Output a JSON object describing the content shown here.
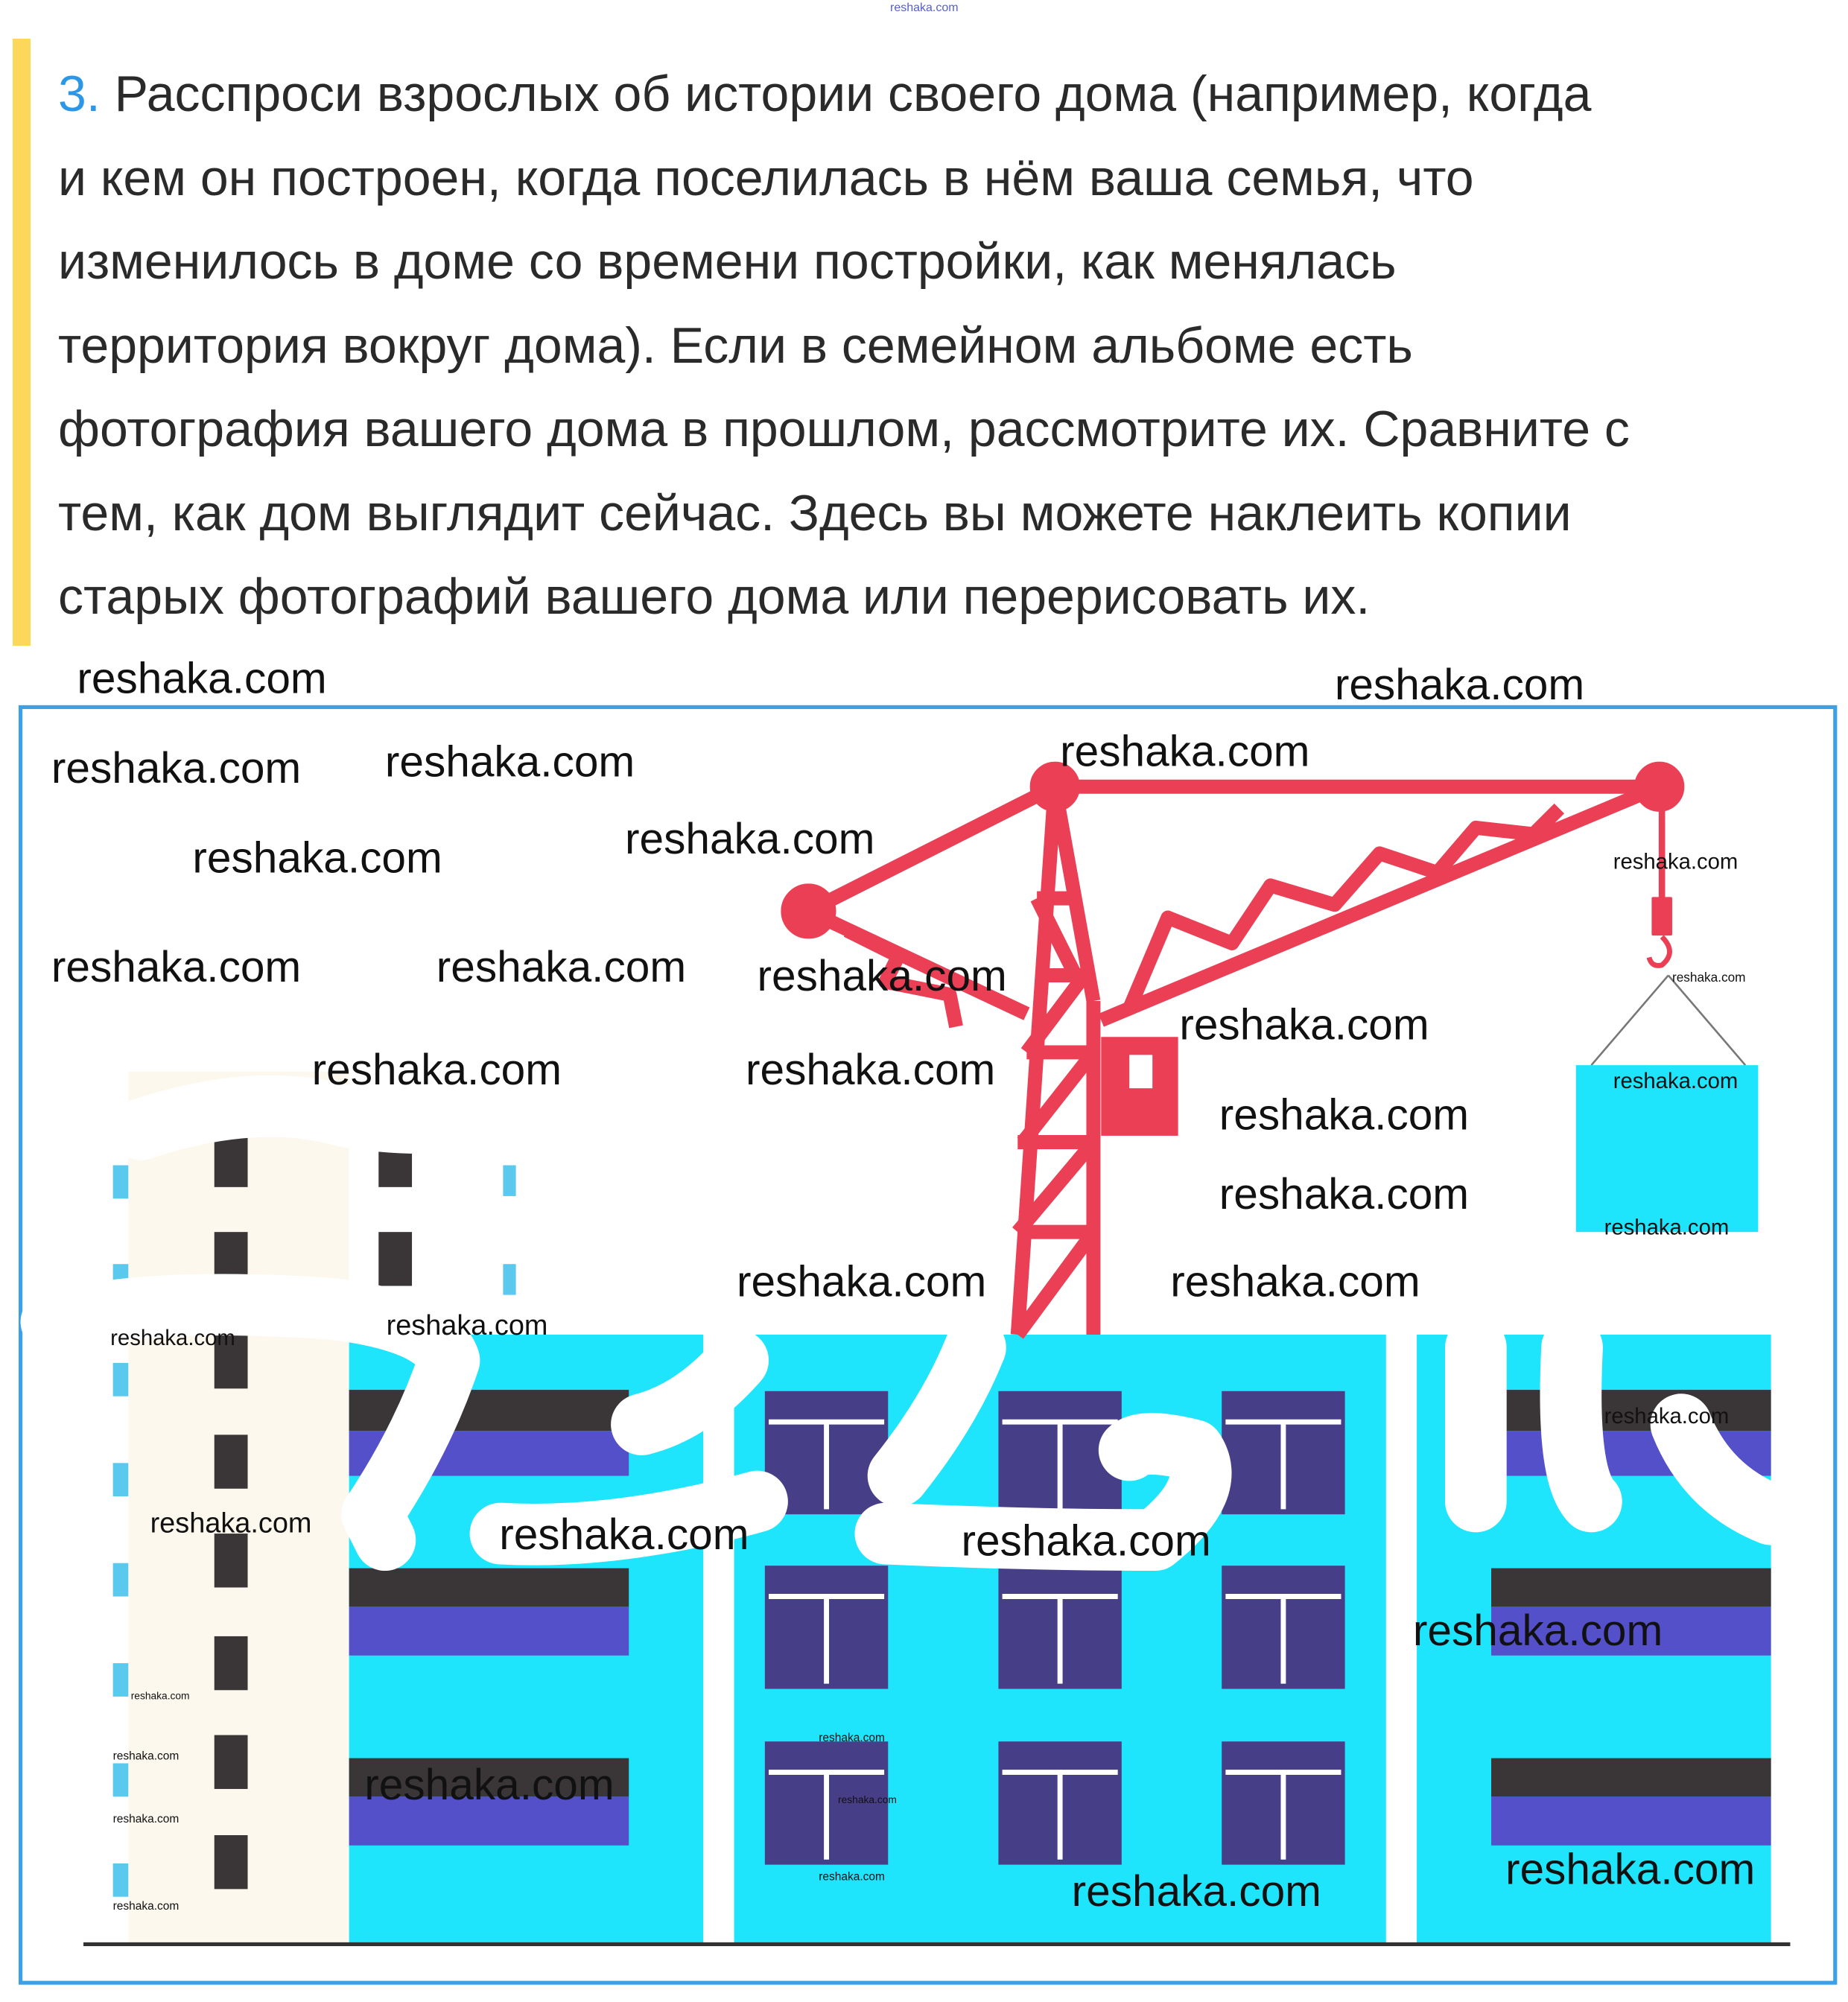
{
  "header_watermark": "reshaka.com",
  "task": {
    "number": "3.",
    "lines": [
      "Расспроси взрослых об истории своего дома (например, когда",
      "и кем он построен, когда поселилась в нём ваша семья, что",
      "изменилось в доме со времени постройки, как менялась",
      "территория вокруг дома). Если в семейном альбоме есть",
      "фотография вашего дома в прошлом, рассмотрите их. Сравните с",
      "тем, как дом выглядит сейчас. Здесь вы можете наклеить копии",
      "старых фотографий вашего дома или перерисовать их."
    ]
  },
  "watermark": "reshaka.com",
  "colors": {
    "accent_bar": "#fcd75a",
    "task_number": "#2b97e6",
    "frame": "#3aa0e8",
    "crane": "#ea3f55",
    "building": "#1ee5fb",
    "window": "#463f87",
    "stripe_blue": "#5350c9",
    "stripe_dark": "#3a3536"
  }
}
